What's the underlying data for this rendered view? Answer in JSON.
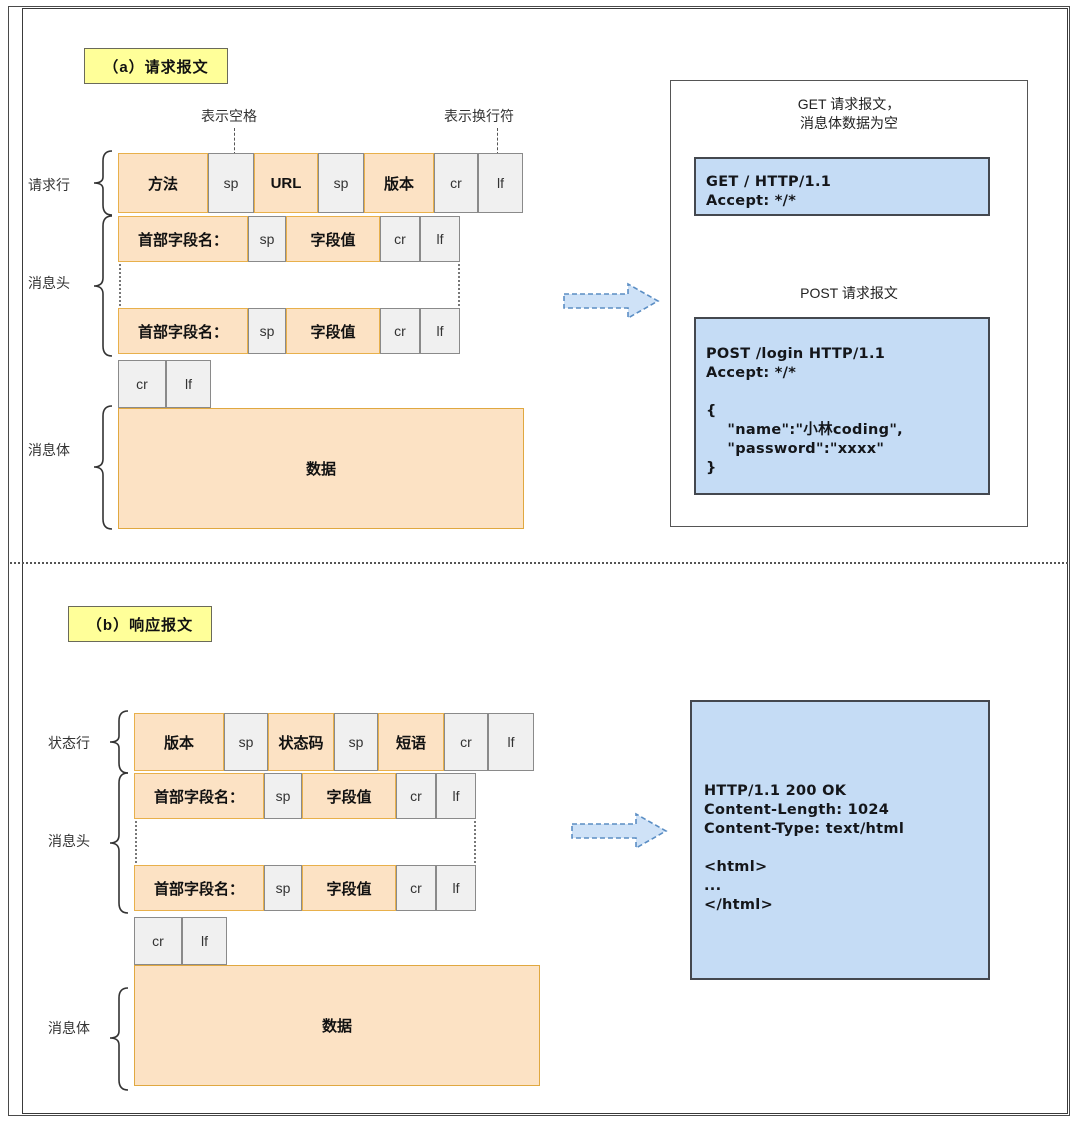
{
  "figure": {
    "sections": [
      {
        "id": "request",
        "tag": "（a）请求报文",
        "callouts": {
          "sp": "表示空格",
          "crlf": "表示换行符"
        },
        "row_labels": {
          "start_line": "请求行",
          "headers": "消息头",
          "body": "消息体"
        },
        "start_line_cells": [
          "方法",
          "sp",
          "URL",
          "sp",
          "版本",
          "cr",
          "lf"
        ],
        "header_cells": [
          "首部字段名：",
          "sp",
          "字段值",
          "cr",
          "lf"
        ],
        "blank_line_cells": [
          "cr",
          "lf"
        ],
        "body_cell": "数据",
        "examples": [
          {
            "title": "GET 请求报文，\n消息体数据为空",
            "code": "GET / HTTP/1.1\nAccept: */*"
          },
          {
            "title": "POST 请求报文",
            "code": "POST /login HTTP/1.1\nAccept: */*\n\n{\n    \"name\":\"小林coding\",\n    \"password\":\"xxxx\"\n}"
          }
        ]
      },
      {
        "id": "response",
        "tag": "（b）响应报文",
        "row_labels": {
          "start_line": "状态行",
          "headers": "消息头",
          "body": "消息体"
        },
        "start_line_cells": [
          "版本",
          "sp",
          "状态码",
          "sp",
          "短语",
          "cr",
          "lf"
        ],
        "header_cells": [
          "首部字段名：",
          "sp",
          "字段值",
          "cr",
          "lf"
        ],
        "blank_line_cells": [
          "cr",
          "lf"
        ],
        "body_cell": "数据",
        "examples": [
          {
            "title": "",
            "code": "HTTP/1.1 200 OK\nContent-Length: 1024\nContent-Type: text/html\n\n<html>\n...\n</html>"
          }
        ]
      }
    ],
    "colors": {
      "orange_fill": "#fce2c4",
      "orange_border": "#e8b04b",
      "gray_fill": "#f0f0f0",
      "gray_border": "#8a8a8a",
      "code_fill": "#c5dcf5",
      "code_border": "#44484f",
      "tag_fill": "#ffff99",
      "tag_border": "#6a6a5a",
      "arrow_fill": "#cfe2f7",
      "arrow_border": "#5b8ec4"
    }
  }
}
